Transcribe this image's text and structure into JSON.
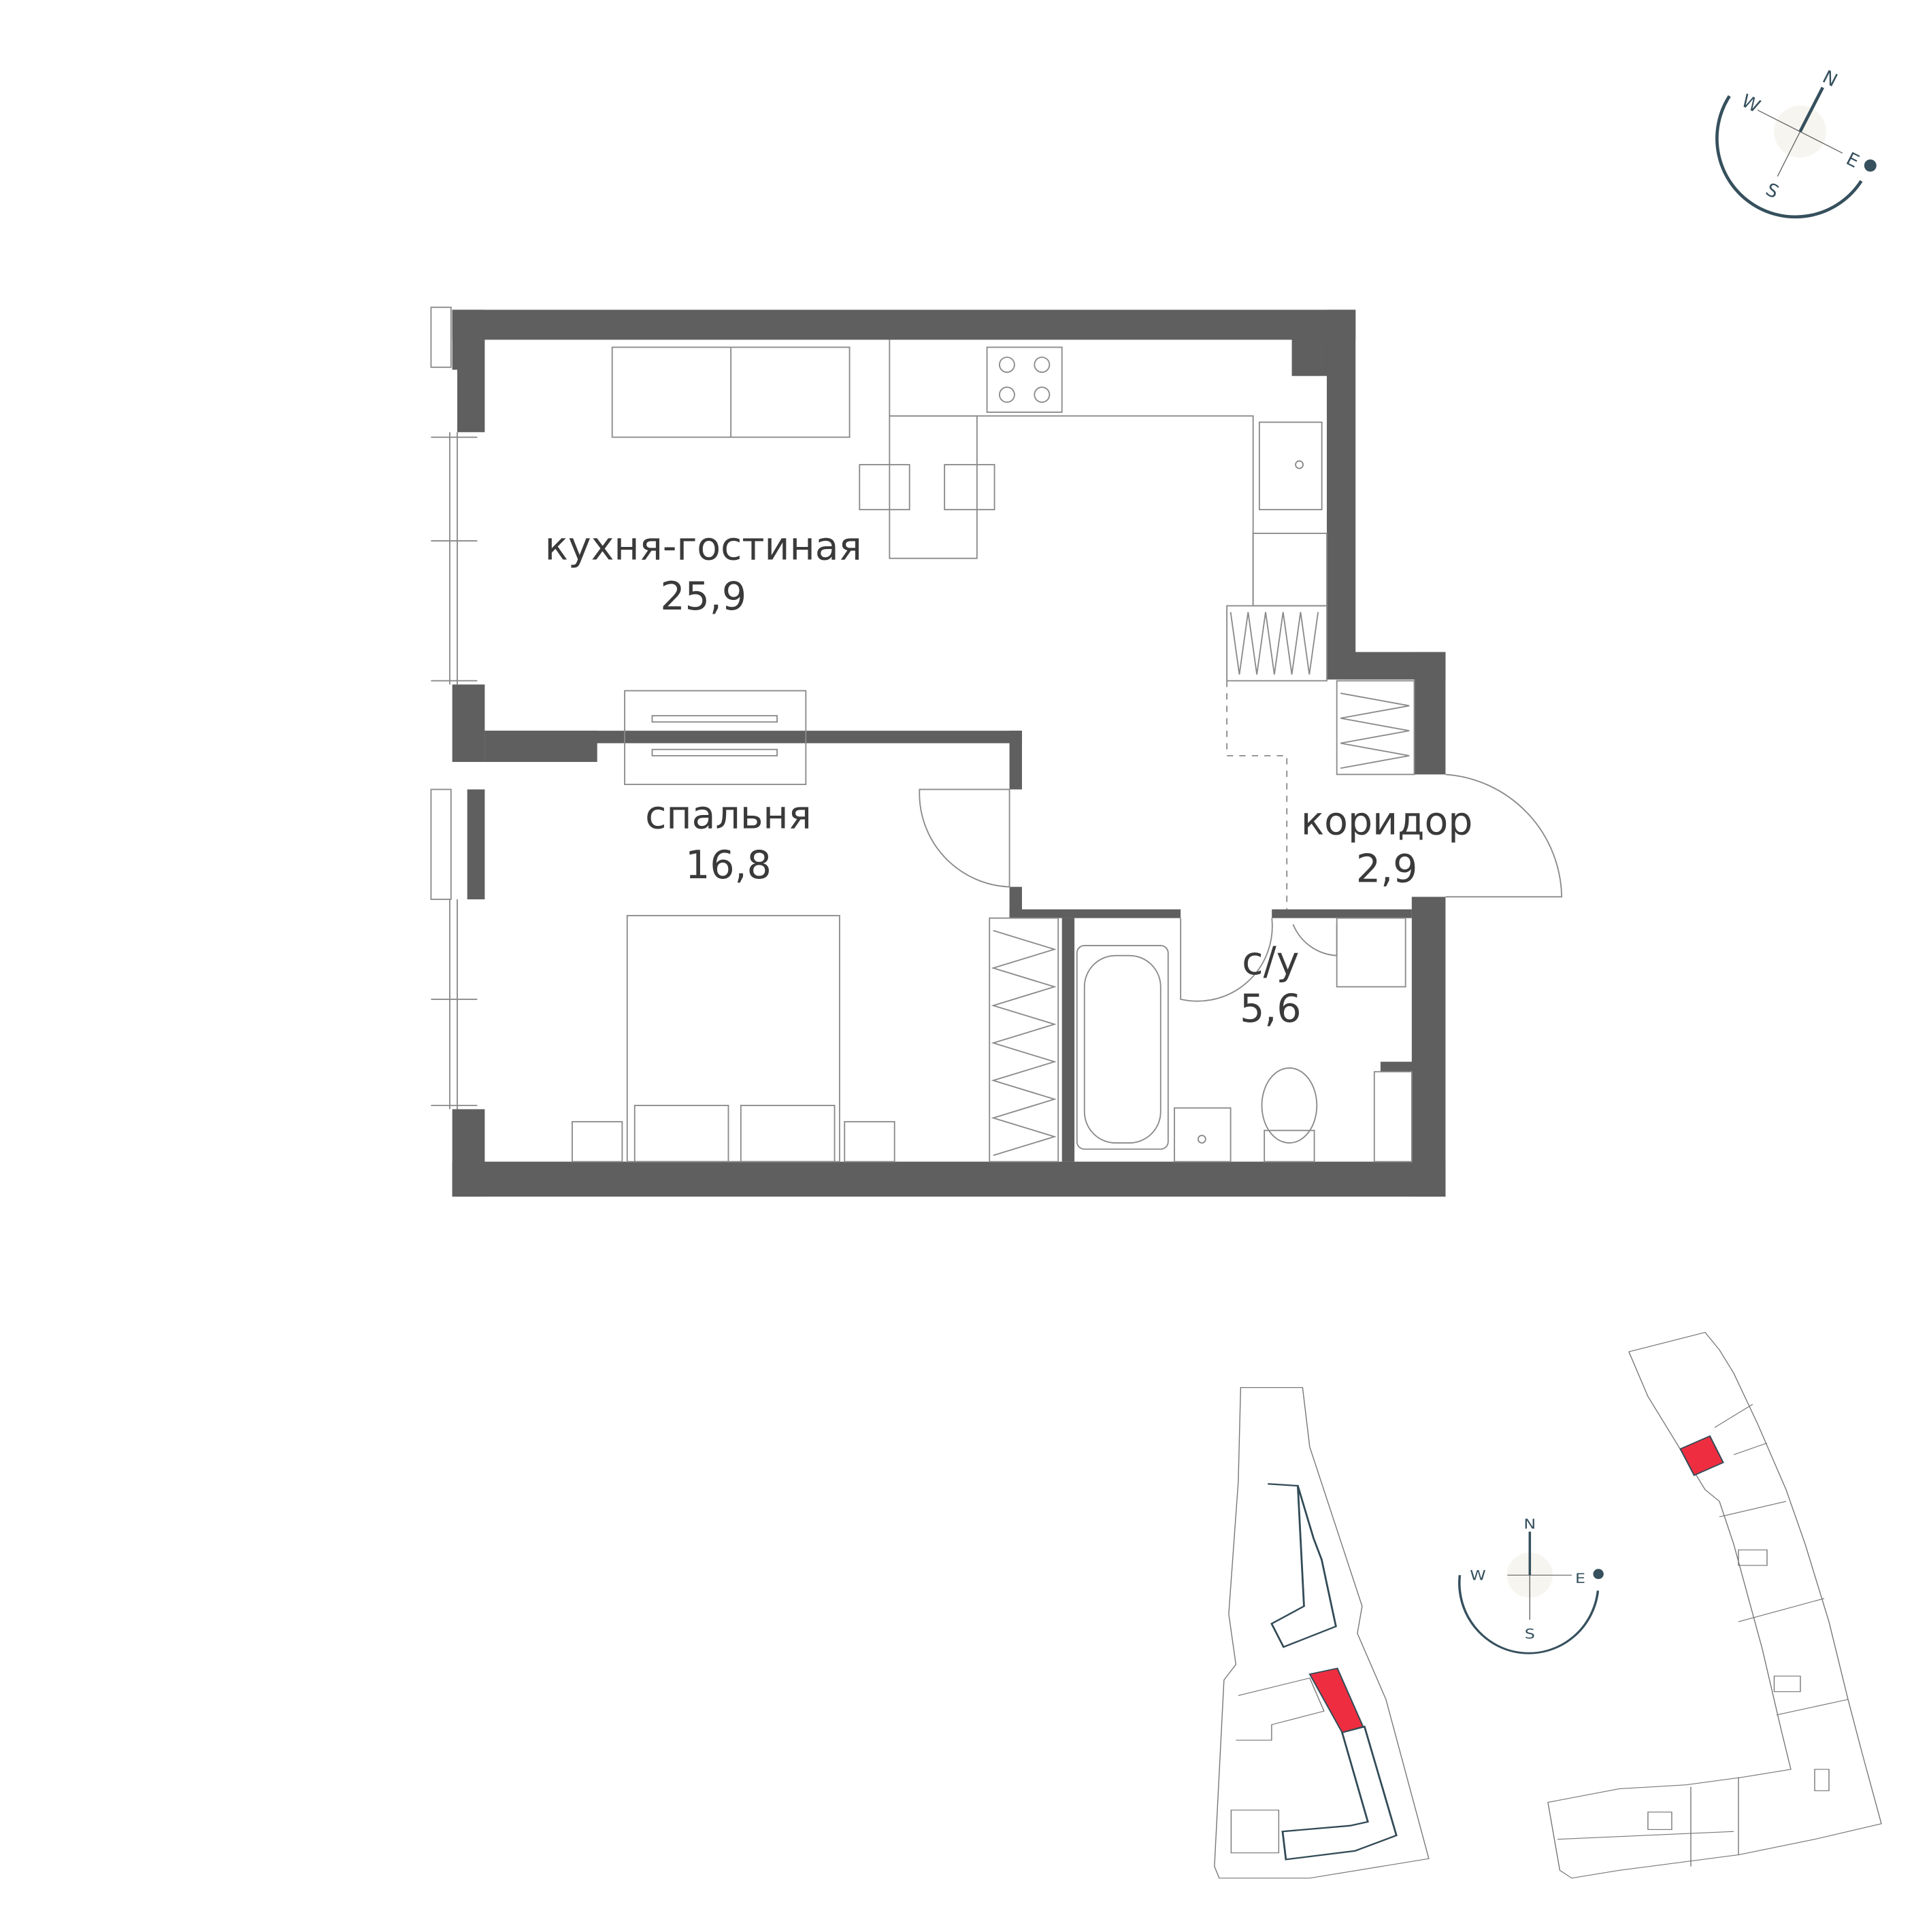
{
  "rooms": [
    {
      "name": "кухня-гостиная",
      "area": "25,9"
    },
    {
      "name": "спальня",
      "area": "16,8"
    },
    {
      "name": "коридор",
      "area": "2,9"
    },
    {
      "name": "с/у",
      "area": "5,6"
    }
  ],
  "compass": {
    "n": "N",
    "s": "S",
    "e": "E",
    "w": "W"
  },
  "colors": {
    "wall": "#5f5f5f",
    "highlight": "#ee2e40",
    "compass": "#36505d"
  }
}
